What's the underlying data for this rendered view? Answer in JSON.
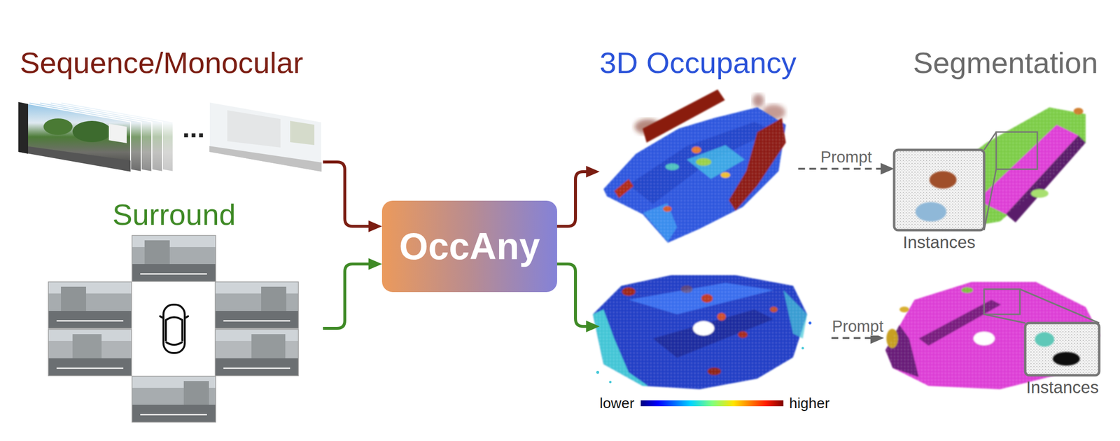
{
  "diagram": {
    "nodes": [
      {
        "text": [
          "Sequence/Monocular"
        ]
      },
      {
        "text": [
          "Surround"
        ]
      },
      {
        "text": [
          "OccAny"
        ]
      },
      {
        "text": [
          "3D Occupancy"
        ]
      },
      {
        "text": [
          "lower",
          "higher"
        ]
      },
      {
        "text": [
          "Instances"
        ]
      },
      {
        "text": [
          "Instances"
        ]
      }
    ],
    "edges": [
      {
        "from": 0,
        "to": 2,
        "arrow": "to"
      },
      {
        "from": 1,
        "to": 2,
        "arrow": "to"
      },
      {
        "from": 2,
        "to": 3,
        "arrow": "to"
      },
      {
        "from": 2,
        "to": 4,
        "arrow": "to"
      },
      {
        "from": 3,
        "to": 5,
        "label": "Prompt",
        "arrow": "to"
      },
      {
        "from": 4,
        "to": 6,
        "label": "Prompt",
        "arrow": "to"
      }
    ],
    "labels": [
      "...",
      "Segmentation"
    ]
  }
}
